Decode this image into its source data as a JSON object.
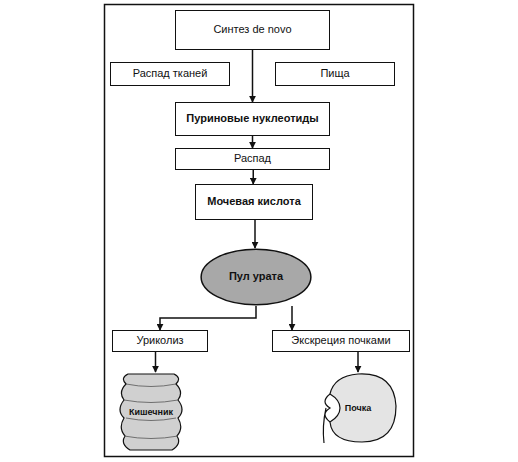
{
  "diagram": {
    "nodes": [
      {
        "text": [
          "Синтез de novo"
        ]
      },
      {
        "text": [
          "Распад тканей"
        ]
      },
      {
        "text": [
          "Пища"
        ]
      },
      {
        "text": [
          "Пуриновые нуклеотиды"
        ]
      },
      {
        "text": [
          "Распад"
        ]
      },
      {
        "text": [
          "Мочевая кислота"
        ]
      },
      {
        "text": [
          "Пул урата"
        ]
      },
      {
        "text": [
          "Уриколиз"
        ]
      },
      {
        "text": [
          "Экскреция почками"
        ]
      },
      {
        "text": [
          "Кишечник"
        ]
      },
      {
        "text": [
          "Почка"
        ]
      }
    ],
    "edges": [
      {
        "from": 0,
        "to": 3,
        "arrow": "to"
      },
      {
        "from": 3,
        "to": 4,
        "arrow": "to"
      },
      {
        "from": 4,
        "to": 5,
        "arrow": "to"
      },
      {
        "from": 5,
        "to": 6,
        "arrow": "to"
      },
      {
        "from": 6,
        "to": 7,
        "arrow": "to"
      },
      {
        "from": 6,
        "to": 8,
        "arrow": "to"
      },
      {
        "from": 7,
        "to": 9,
        "arrow": "to"
      },
      {
        "from": 8,
        "to": 10,
        "arrow": "to"
      }
    ]
  }
}
